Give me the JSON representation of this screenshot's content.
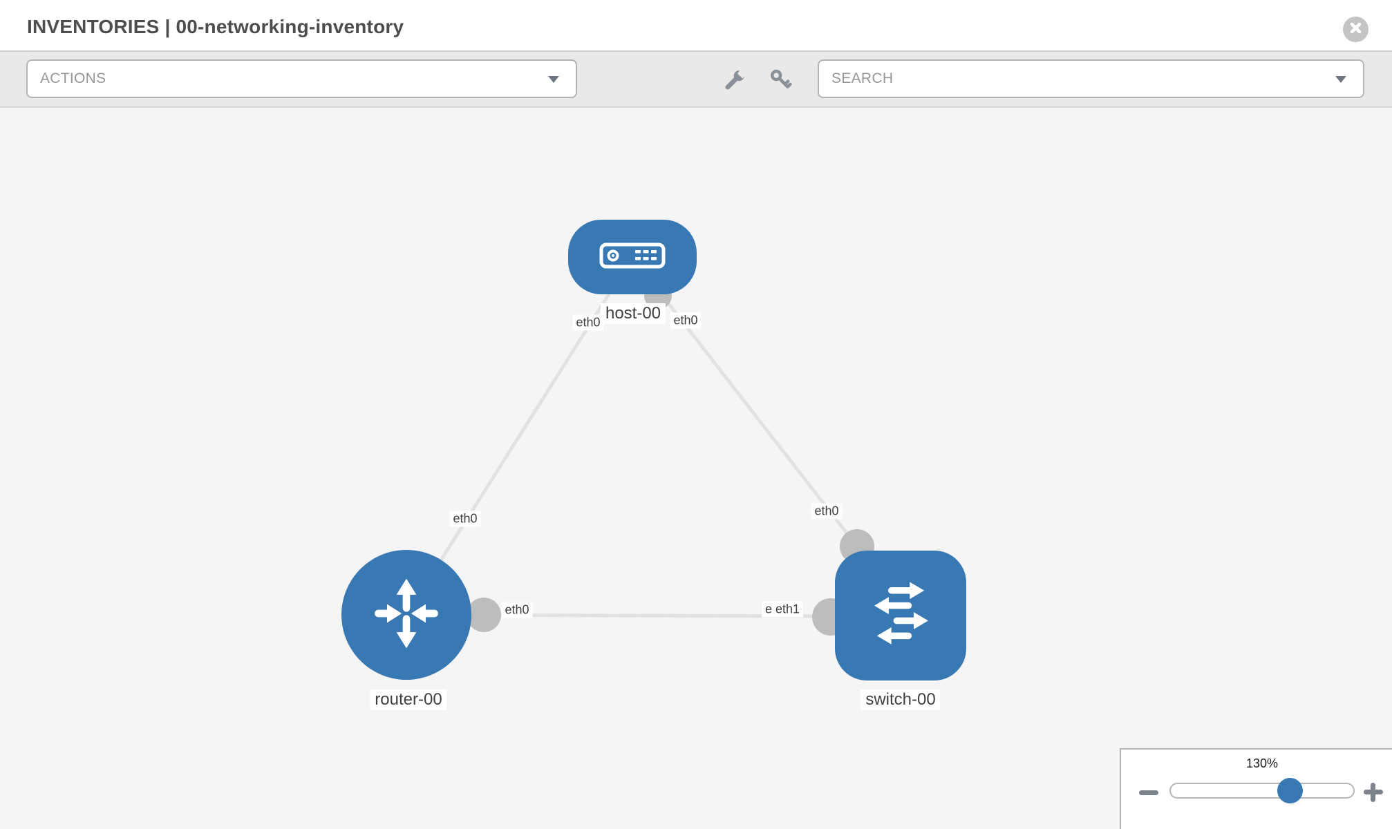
{
  "header": {
    "title": "INVENTORIES | 00-networking-inventory"
  },
  "toolbar": {
    "actions_placeholder": "ACTIONS",
    "search_placeholder": "SEARCH",
    "icons": [
      {
        "name": "wrench-icon"
      },
      {
        "name": "key-icon"
      }
    ]
  },
  "topology": {
    "nodes": [
      {
        "label": "host-00",
        "type": "host",
        "icon": "server-icon",
        "color": "#3879b3"
      },
      {
        "label": "router-00",
        "type": "router",
        "icon": "router-arrows-icon",
        "color": "#3879b3"
      },
      {
        "label": "switch-00",
        "type": "switch",
        "icon": "switch-arrows-icon",
        "color": "#3879b3"
      }
    ],
    "links": [
      {
        "from": "host-00",
        "to": "router-00",
        "from_label": "eth0",
        "to_label": "eth0"
      },
      {
        "from": "host-00",
        "to": "switch-00",
        "from_label": "eth0",
        "to_label": "eth0"
      },
      {
        "from": "router-00",
        "to": "switch-00",
        "from_label": "eth0",
        "to_label": "eth1",
        "to_label_overlapped": "eth0"
      }
    ]
  },
  "zoom_control": {
    "value_label": "130%"
  },
  "colors": {
    "node_fill": "#3879b3",
    "link_line": "#e2e2e2",
    "interface_dot": "#bdbdbd",
    "canvas_bg": "#f5f5f5",
    "toolbar_bg": "#e9e9e9",
    "close_button": "#c4c4c4"
  }
}
